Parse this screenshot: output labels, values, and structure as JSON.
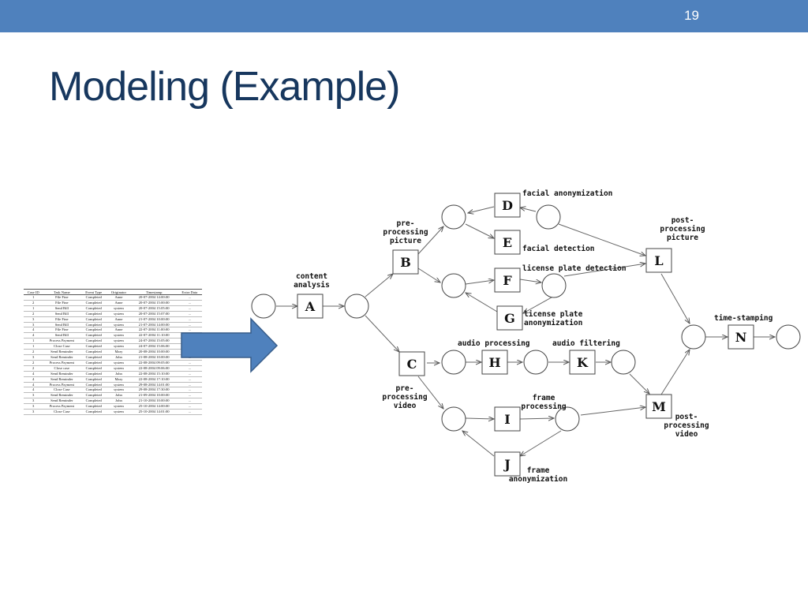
{
  "slide": {
    "number": "19",
    "title": "Modeling (Example)"
  },
  "event_log": {
    "columns": [
      "Case ID",
      "Task Name",
      "Event Type",
      "Originator",
      "Timestamp",
      "Extra Data"
    ],
    "rows": [
      [
        "1",
        "File Fine",
        "Completed",
        "Anne",
        "20-07-2004 14:00:00",
        "..."
      ],
      [
        "2",
        "File Fine",
        "Completed",
        "Anne",
        "20-07-2004 15:00:00",
        "..."
      ],
      [
        "1",
        "Send Bill",
        "Completed",
        "system",
        "20-07-2004 15:05:00",
        "..."
      ],
      [
        "2",
        "Send Bill",
        "Completed",
        "system",
        "20-07-2004 15:07:00",
        "..."
      ],
      [
        "3",
        "File Fine",
        "Completed",
        "Anne",
        "21-07-2004 10:00:00",
        "..."
      ],
      [
        "3",
        "Send Bill",
        "Completed",
        "system",
        "21-07-2004 14:00:00",
        "..."
      ],
      [
        "4",
        "File Fine",
        "Completed",
        "Anne",
        "22-07-2004 11:00:00",
        "..."
      ],
      [
        "4",
        "Send Bill",
        "Completed",
        "system",
        "22-07-2004 11:10:00",
        "..."
      ],
      [
        "1",
        "Process Payment",
        "Completed",
        "system",
        "24-07-2004 15:05:00",
        "..."
      ],
      [
        "1",
        "Close Case",
        "Completed",
        "system",
        "24-07-2004 15:06:00",
        "..."
      ],
      [
        "2",
        "Send Reminder",
        "Completed",
        "Mary",
        "20-08-2004 10:00:00",
        "..."
      ],
      [
        "3",
        "Send Reminder",
        "Completed",
        "John",
        "21-08-2004 10:00:00",
        "..."
      ],
      [
        "2",
        "Process Payment",
        "Completed",
        "system",
        "22-08-2004 09:05:00",
        "..."
      ],
      [
        "2",
        "Close case",
        "Completed",
        "system",
        "22-08-2004 09:06:00",
        "..."
      ],
      [
        "4",
        "Send Reminder",
        "Completed",
        "John",
        "22-08-2004 15:10:00",
        "..."
      ],
      [
        "4",
        "Send Reminder",
        "Completed",
        "Mary",
        "22-08-2004 17:10:00",
        "..."
      ],
      [
        "4",
        "Process Payment",
        "Completed",
        "system",
        "29-08-2004 14:01:00",
        "..."
      ],
      [
        "4",
        "Close Case",
        "Completed",
        "system",
        "29-08-2004 17:30:00",
        "..."
      ],
      [
        "3",
        "Send Reminder",
        "Completed",
        "John",
        "21-09-2004 10:00:00",
        "..."
      ],
      [
        "3",
        "Send Reminder",
        "Completed",
        "John",
        "21-10-2004 10:00:00",
        "..."
      ],
      [
        "3",
        "Process Payment",
        "Completed",
        "system",
        "25-10-2004 14:00:00",
        "..."
      ],
      [
        "3",
        "Close Case",
        "Completed",
        "system",
        "25-10-2004 14:01:00",
        "..."
      ]
    ]
  },
  "process_model": {
    "tasks": [
      {
        "id": "A"
      },
      {
        "id": "B"
      },
      {
        "id": "C"
      },
      {
        "id": "D"
      },
      {
        "id": "E"
      },
      {
        "id": "F"
      },
      {
        "id": "G"
      },
      {
        "id": "H"
      },
      {
        "id": "I"
      },
      {
        "id": "J"
      },
      {
        "id": "K"
      },
      {
        "id": "L"
      },
      {
        "id": "M"
      },
      {
        "id": "N"
      }
    ],
    "labels": {
      "A": "content analysis",
      "B": "pre-processing picture",
      "C": "pre-processing video",
      "D": "facial anonymization",
      "E": "facial detection",
      "F": "license plate detection",
      "G": "license plate anonymization",
      "H": "audio processing",
      "I": "frame processing",
      "J": "frame anonymization",
      "K": "audio filtering",
      "L": "post-processing picture",
      "M": "post-processing video",
      "N": "time-stamping"
    }
  },
  "colors": {
    "topbar": "#4f81bd",
    "title": "#17375e",
    "arrow_fill": "#4f81bd",
    "arrow_stroke": "#385d8a"
  }
}
